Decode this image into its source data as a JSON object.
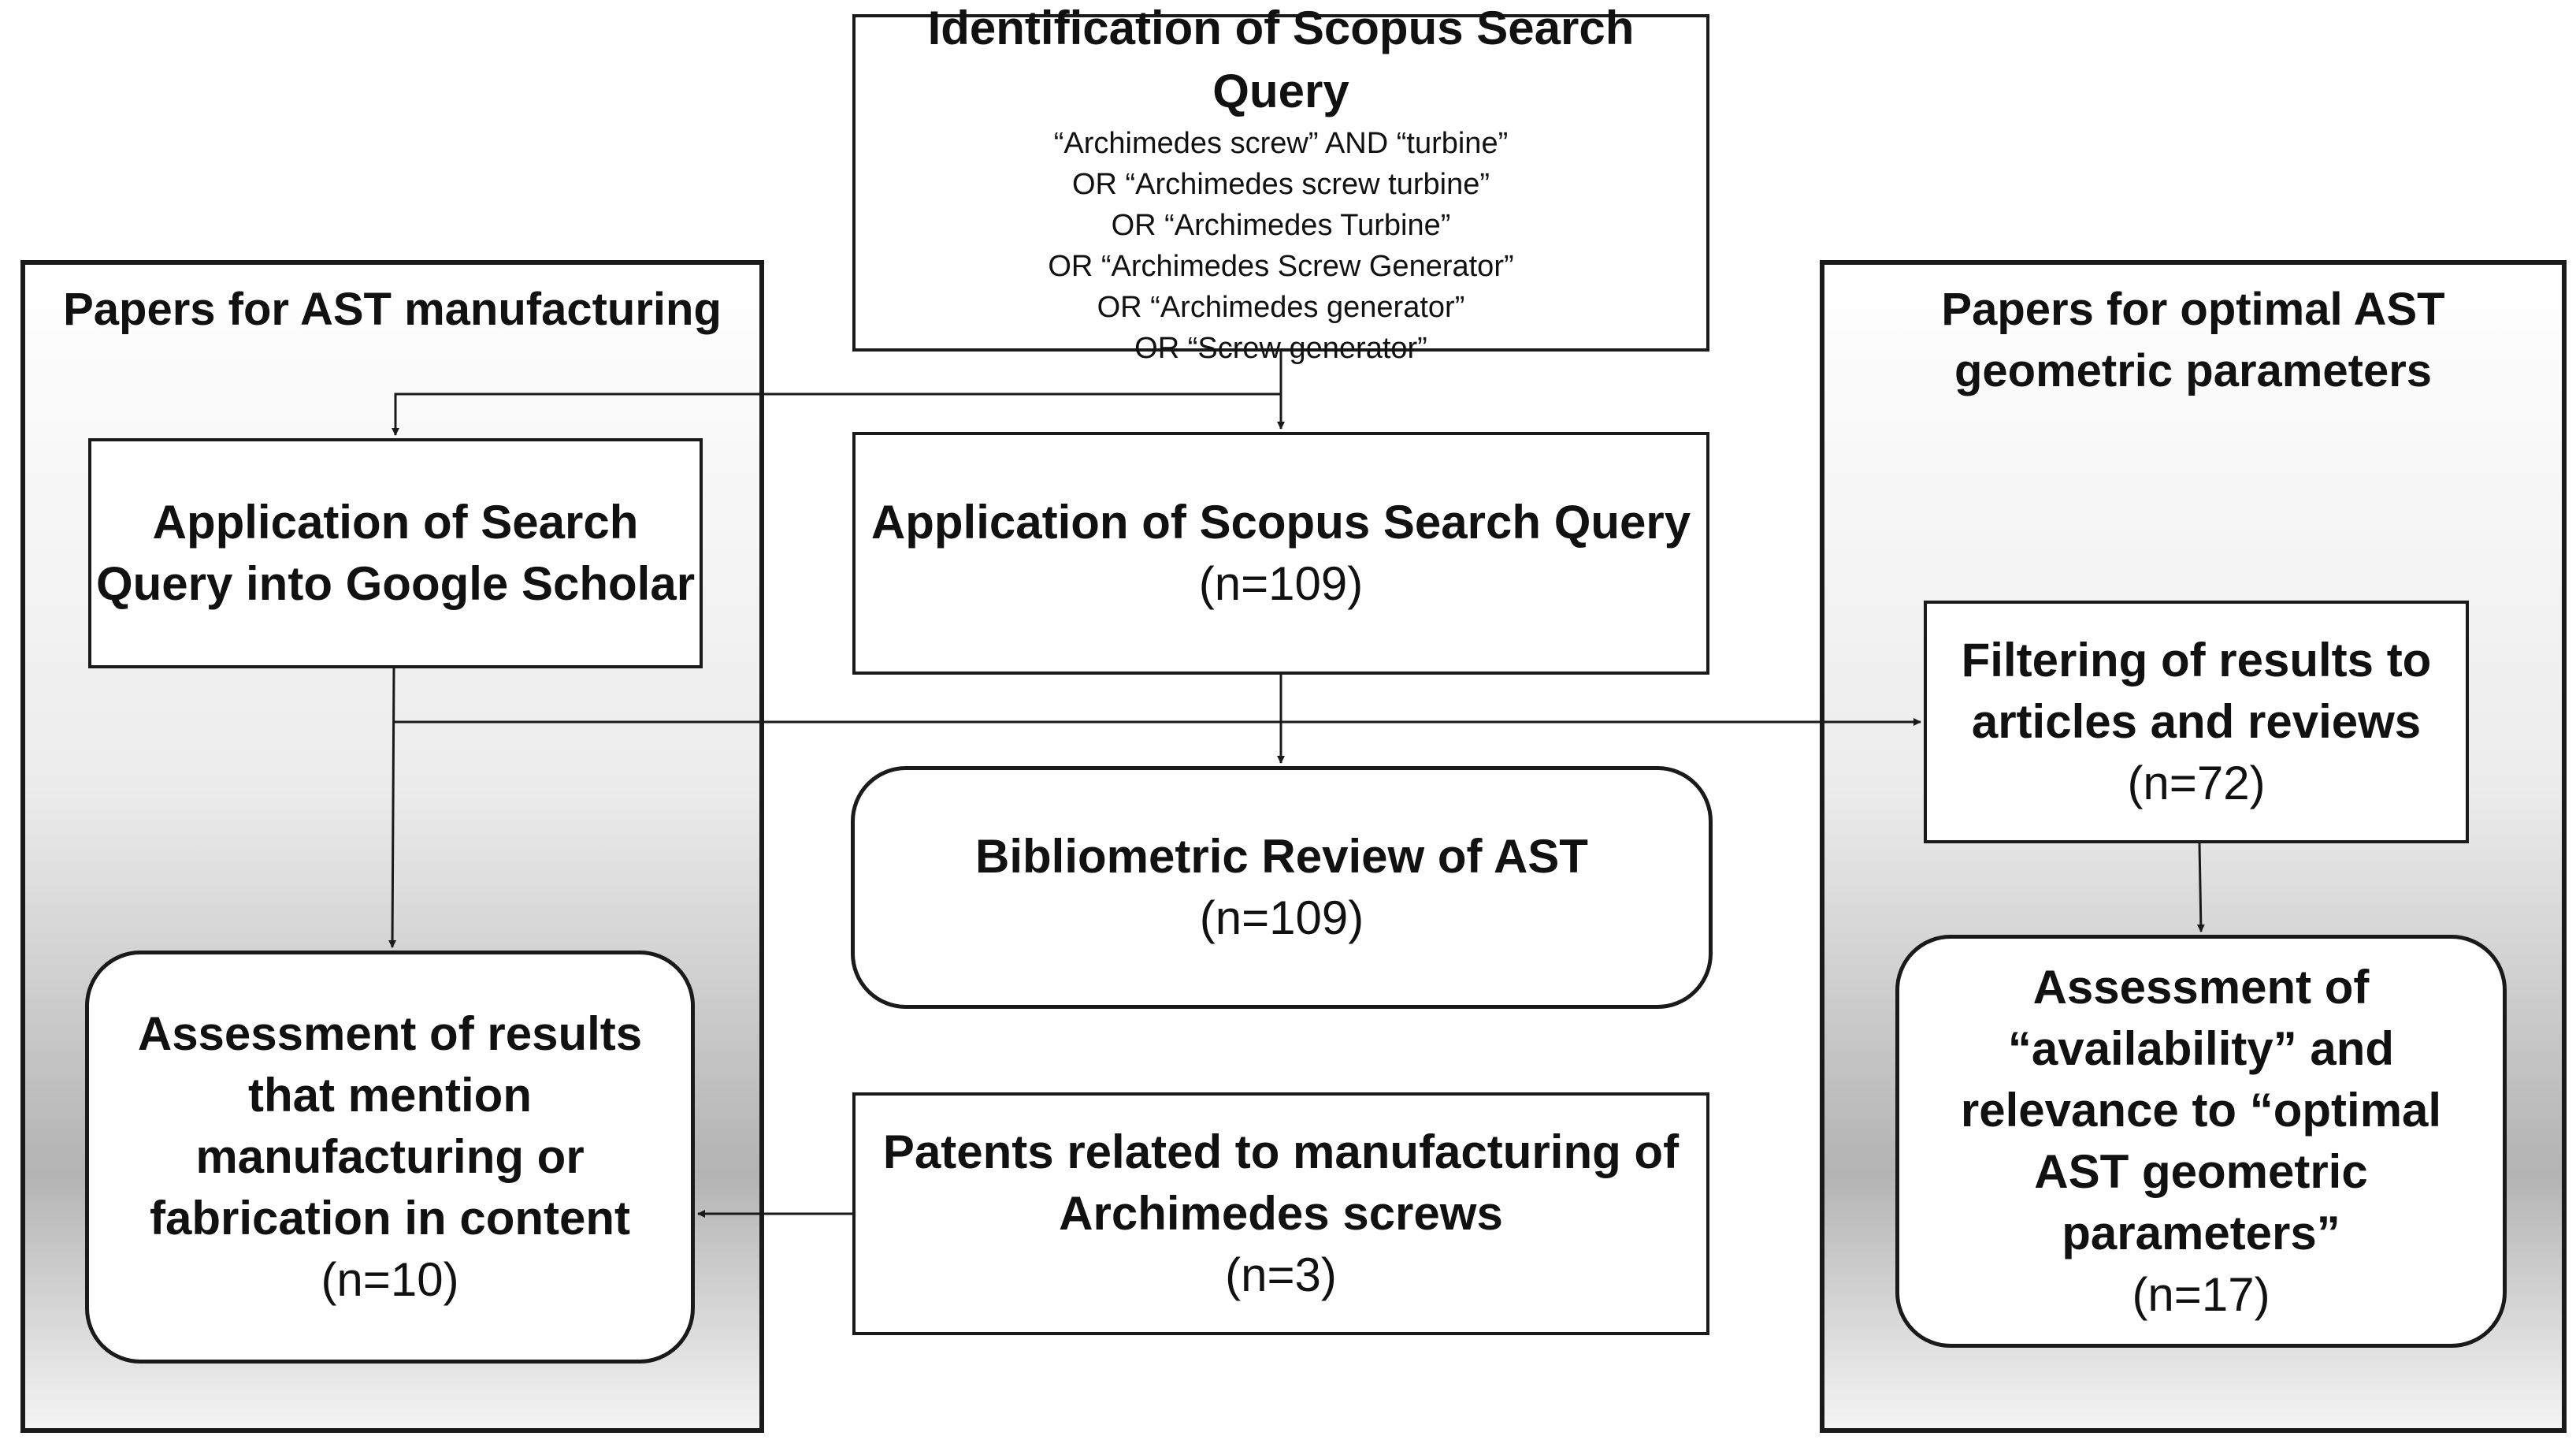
{
  "left_panel": {
    "title": "Papers for AST manufacturing"
  },
  "right_panel": {
    "title_lines": [
      "Papers for optimal AST",
      "geometric parameters"
    ]
  },
  "boxes": {
    "identification": {
      "title": "Identification of Scopus Search Query",
      "query_lines": [
        "“Archimedes screw” AND “turbine”",
        "OR “Archimedes screw turbine”",
        "OR “Archimedes Turbine”",
        "OR “Archimedes Screw Generator”",
        "OR “Archimedes generator”",
        "OR “Screw generator”"
      ]
    },
    "google_scholar": {
      "lines": [
        "Application of Search",
        "Query into Google Scholar"
      ]
    },
    "scopus_application": {
      "lines": [
        "Application of Scopus Search Query"
      ],
      "count": "(n=109)"
    },
    "bibliometric": {
      "lines": [
        "Bibliometric Review of AST"
      ],
      "count": "(n=109)"
    },
    "patents": {
      "lines": [
        "Patents related to manufacturing of",
        "Archimedes screws"
      ],
      "count": "(n=3)"
    },
    "manufacturing_assessment": {
      "lines": [
        "Assessment of results",
        "that mention",
        "manufacturing or",
        "fabrication in content"
      ],
      "count": "(n=10)"
    },
    "filtering": {
      "lines": [
        "Filtering of results to",
        "articles and reviews"
      ],
      "count": "(n=72)"
    },
    "geometric_assessment": {
      "lines": [
        "Assessment of",
        "“availability” and",
        "relevance to “optimal",
        "AST geometric",
        "parameters”"
      ],
      "count": "(n=17)"
    }
  },
  "colors": {
    "stroke": "#1a1a1a",
    "panel_gradient_dark": "#b3b3b3",
    "box_fill": "#ffffff"
  }
}
